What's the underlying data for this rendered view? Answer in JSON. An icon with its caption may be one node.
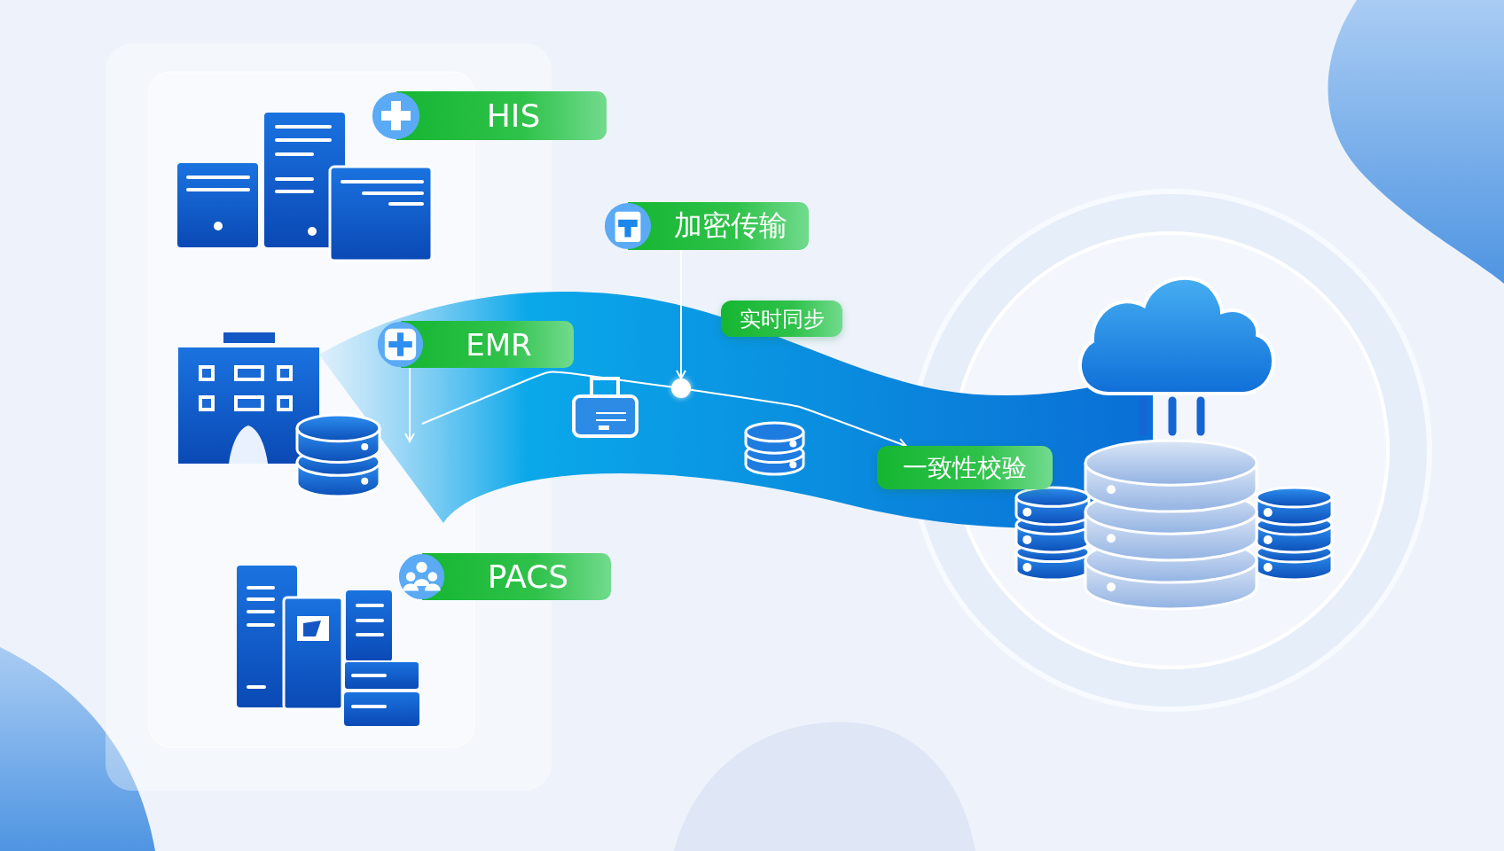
{
  "diagram": {
    "nodes": [
      {
        "text": [
          "HIS"
        ]
      },
      {
        "text": [
          "EMR"
        ]
      },
      {
        "text": [
          "PACS"
        ]
      },
      {
        "text": [
          "加密传输"
        ]
      },
      {
        "text": [
          "实时同步"
        ]
      },
      {
        "text": [
          "一致性校验"
        ]
      },
      {
        "text": [],
        "shape": "circle"
      }
    ],
    "edges": [
      {
        "from": 3,
        "to": 6,
        "arrow": "to"
      },
      {
        "from": 1,
        "to": null,
        "arrow": "to"
      },
      {
        "from": null,
        "to": 6,
        "arrow": "none"
      },
      {
        "from": 6,
        "to": 5,
        "arrow": "to"
      }
    ]
  }
}
